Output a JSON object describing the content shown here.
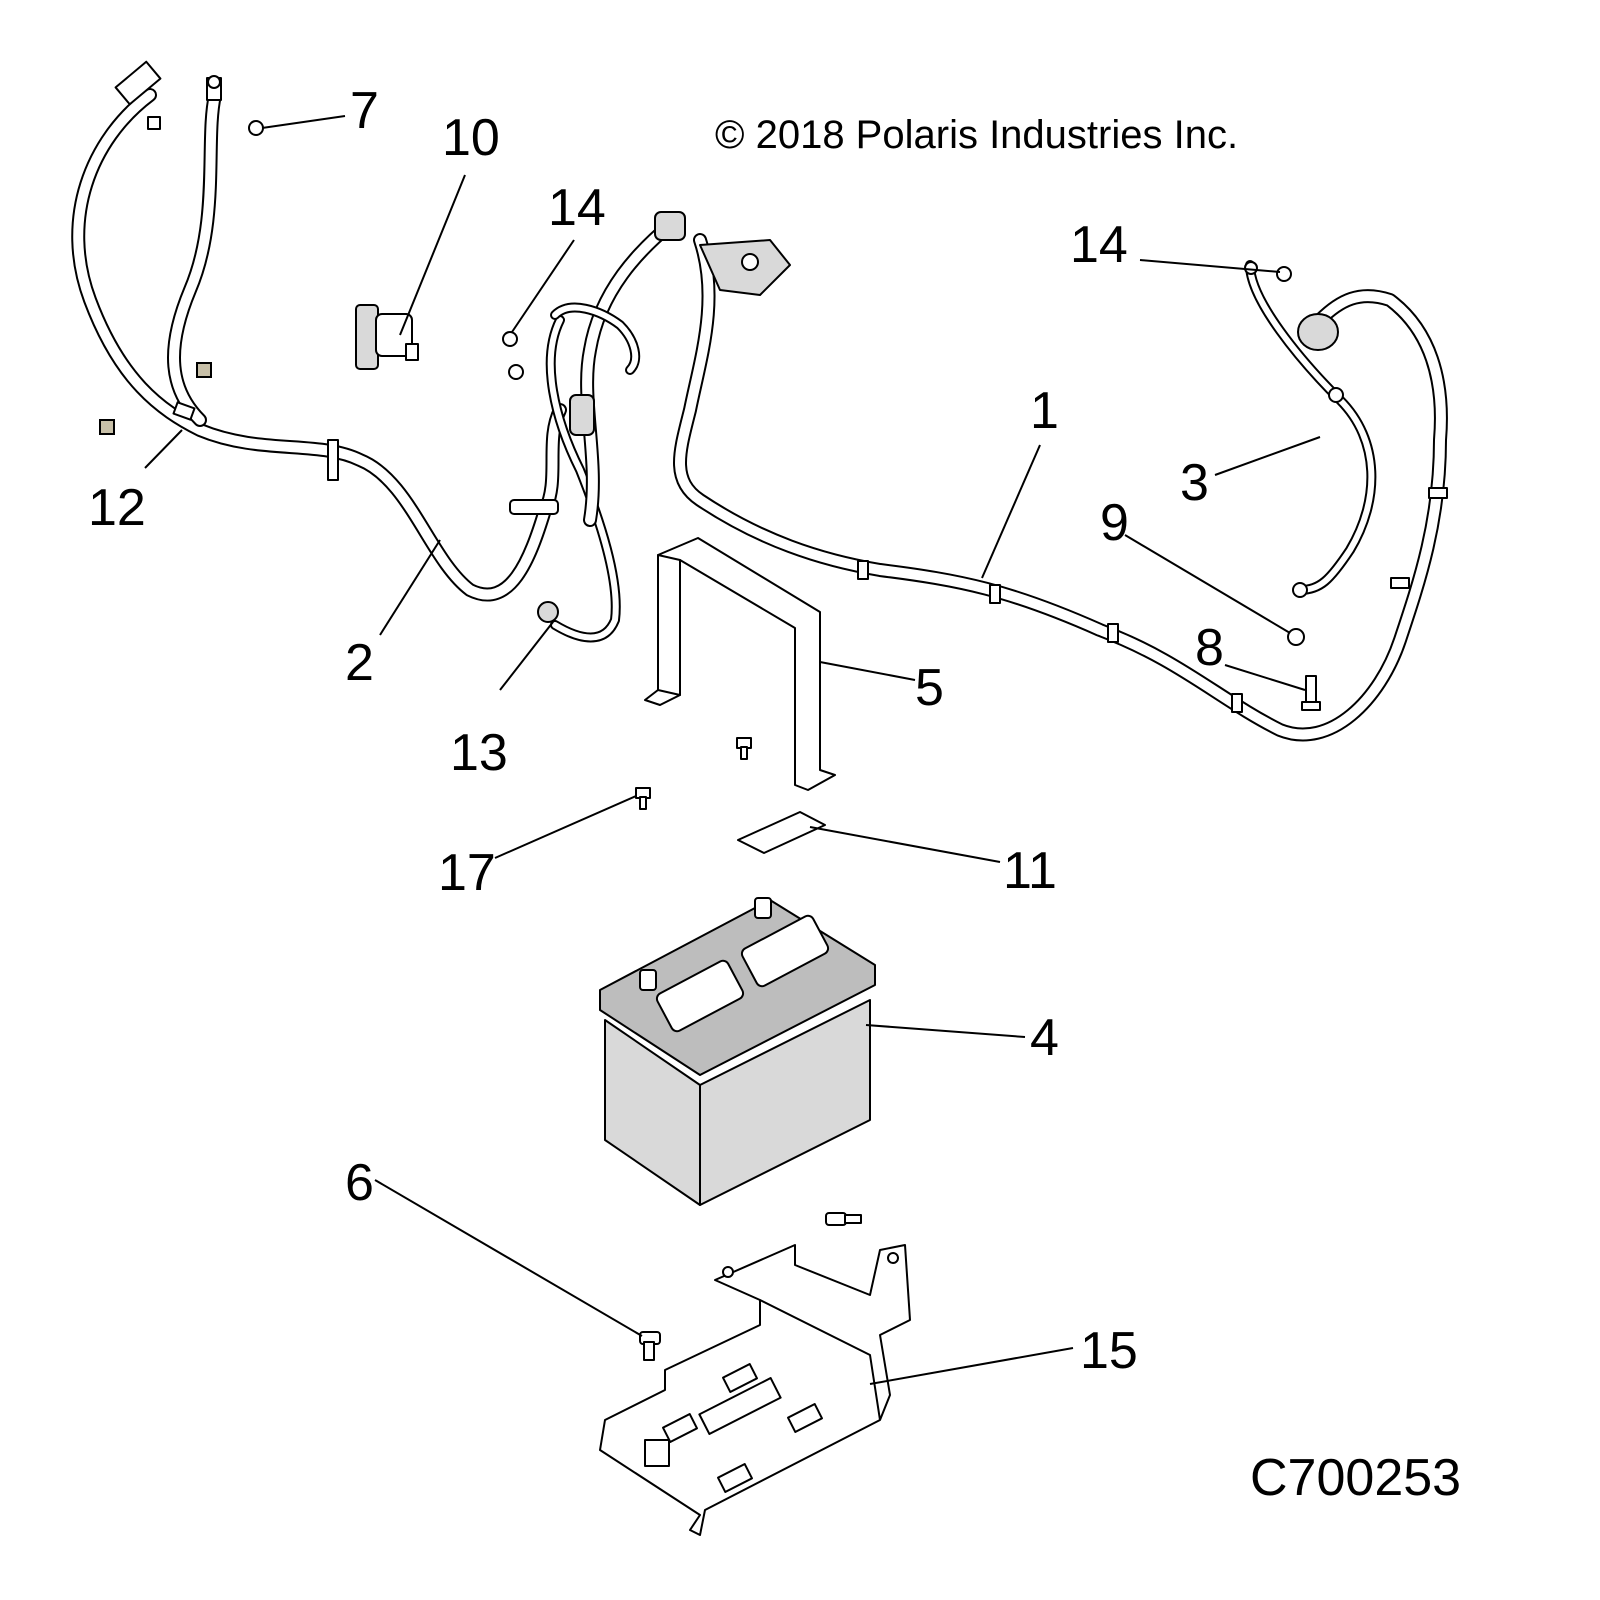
{
  "copyright": "© 2018 Polaris Industries Inc.",
  "diagram_code": "C700253",
  "callouts": [
    {
      "id": "1",
      "label": "1"
    },
    {
      "id": "2",
      "label": "2"
    },
    {
      "id": "3",
      "label": "3"
    },
    {
      "id": "4",
      "label": "4"
    },
    {
      "id": "5",
      "label": "5"
    },
    {
      "id": "6",
      "label": "6"
    },
    {
      "id": "7",
      "label": "7"
    },
    {
      "id": "8",
      "label": "8"
    },
    {
      "id": "9",
      "label": "9"
    },
    {
      "id": "10",
      "label": "10"
    },
    {
      "id": "11",
      "label": "11"
    },
    {
      "id": "12",
      "label": "12"
    },
    {
      "id": "13",
      "label": "13"
    },
    {
      "id": "14a",
      "label": "14"
    },
    {
      "id": "14b",
      "label": "14"
    },
    {
      "id": "15",
      "label": "15"
    },
    {
      "id": "17",
      "label": "17"
    }
  ]
}
